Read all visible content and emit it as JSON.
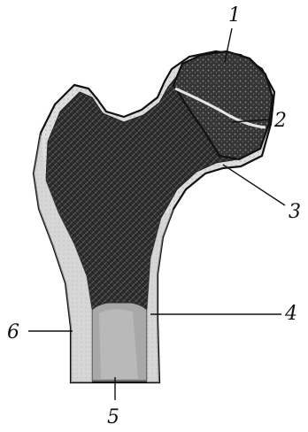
{
  "labels": {
    "l1": "1",
    "l2": "2",
    "l3": "3",
    "l4": "4",
    "l5": "5",
    "l6": "6"
  },
  "colors": {
    "ink": "#111111",
    "spongy_bone": "#2b2b2b",
    "cortical_bone": "#d8d8d8",
    "marrow_cavity": "#a9a9a9"
  }
}
